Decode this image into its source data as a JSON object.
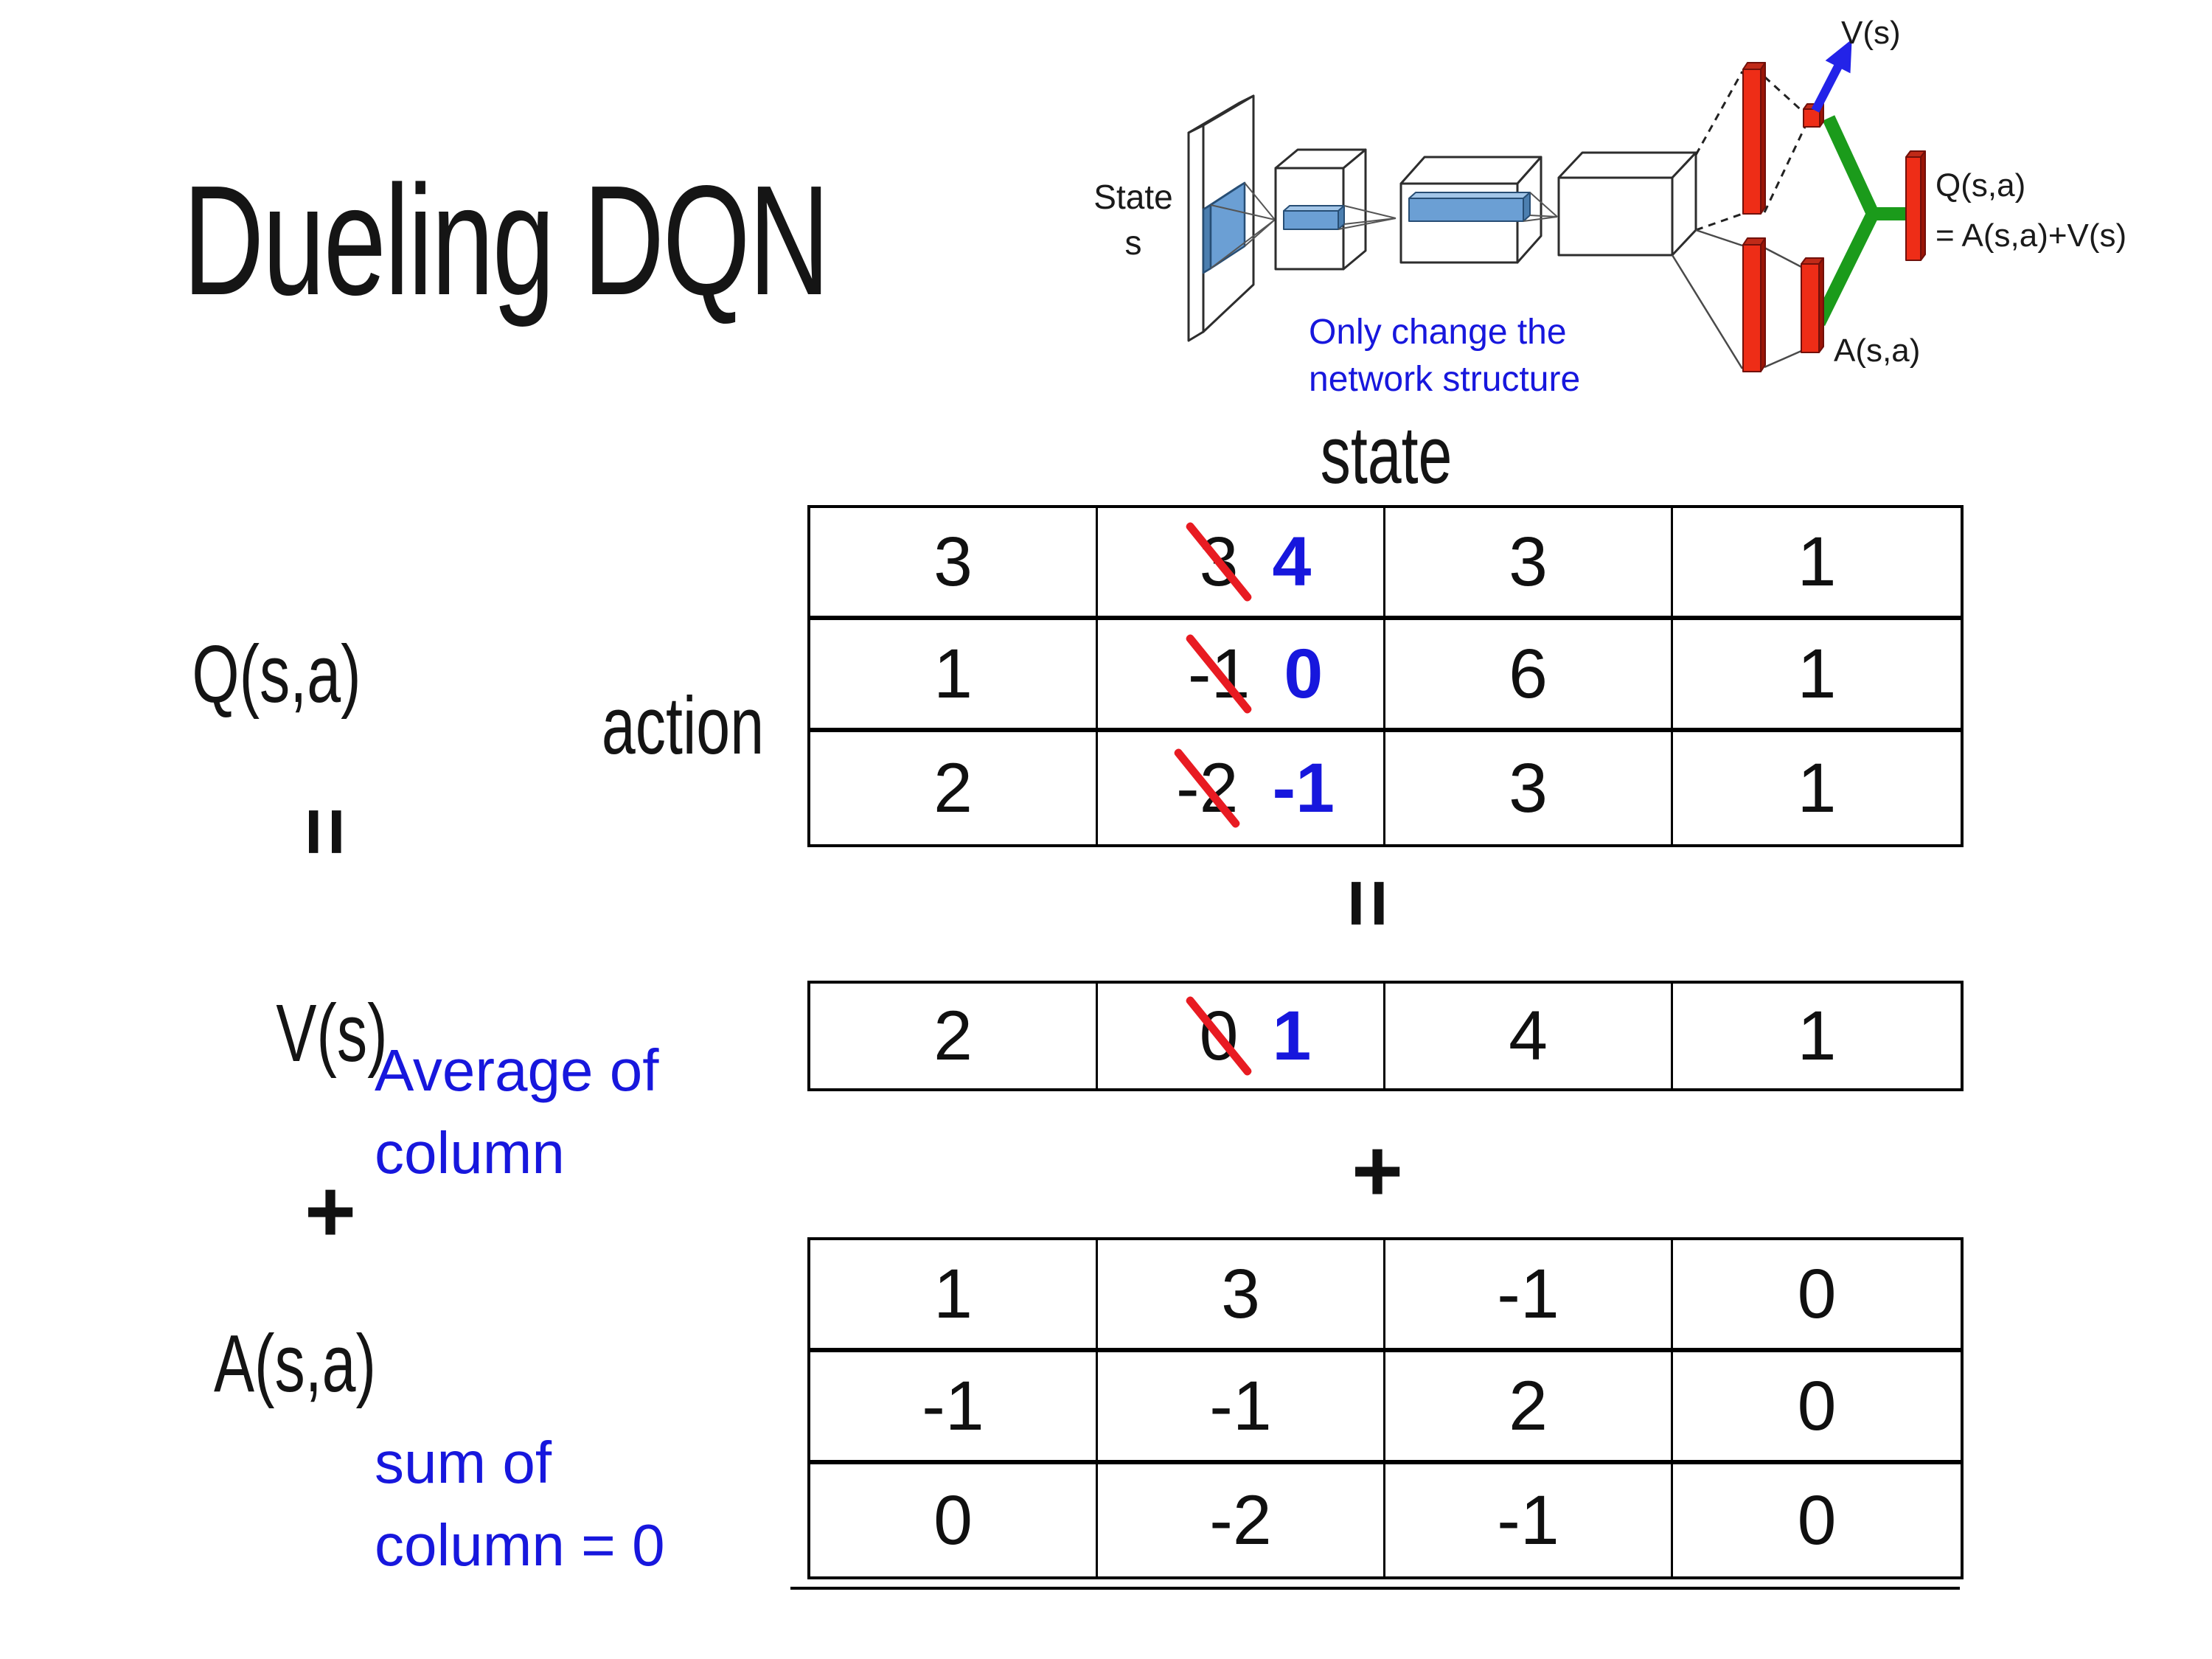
{
  "slide": {
    "title": "Dueling DQN"
  },
  "network_diagram": {
    "input_label_line1": "State",
    "input_label_line2": "s",
    "note_line1": "Only change the",
    "note_line2": "network structure",
    "value_output_label": "V(s)",
    "q_output_label": "Q(s,a)",
    "q_output_formula": "= A(s,a)+V(s)",
    "advantage_output_label": "A(s,a)"
  },
  "equation_labels": {
    "q": "Q(s,a)",
    "equals_left": "=",
    "v": "V(s)",
    "plus_left": "+",
    "a": "A(s,a)",
    "equals_mid": "=",
    "plus_mid": "+",
    "avg_note_line1": "Average of",
    "avg_note_line2": "column",
    "sum_note_line1": "sum of",
    "sum_note_line2": "column = 0"
  },
  "matrix": {
    "state_header": "state",
    "action_header": "action",
    "q_table": {
      "rows": [
        [
          {
            "v": "3"
          },
          {
            "old": "3",
            "new": "4"
          },
          {
            "v": "3"
          },
          {
            "v": "1"
          }
        ],
        [
          {
            "v": "1"
          },
          {
            "old": "-1",
            "new": "0"
          },
          {
            "v": "6"
          },
          {
            "v": "1"
          }
        ],
        [
          {
            "v": "2"
          },
          {
            "old": "-2",
            "new": "-1"
          },
          {
            "v": "3"
          },
          {
            "v": "1"
          }
        ]
      ]
    },
    "v_table": {
      "rows": [
        [
          {
            "v": "2"
          },
          {
            "old": "0",
            "new": "1"
          },
          {
            "v": "4"
          },
          {
            "v": "1"
          }
        ]
      ]
    },
    "a_table": {
      "rows": [
        [
          {
            "v": "1"
          },
          {
            "v": "3"
          },
          {
            "v": "-1"
          },
          {
            "v": "0"
          }
        ],
        [
          {
            "v": "-1"
          },
          {
            "v": "-1"
          },
          {
            "v": "2"
          },
          {
            "v": "0"
          }
        ],
        [
          {
            "v": "0"
          },
          {
            "v": "-2"
          },
          {
            "v": "-1"
          },
          {
            "v": "0"
          }
        ]
      ]
    }
  },
  "colors": {
    "accent_blue": "#1717dd",
    "strike_red": "#e81b22",
    "bar_red": "#ee2d17",
    "link_green": "#1b9b1b",
    "arrow_blue": "#2323e8",
    "conv_blue": "#6b9fd4"
  }
}
